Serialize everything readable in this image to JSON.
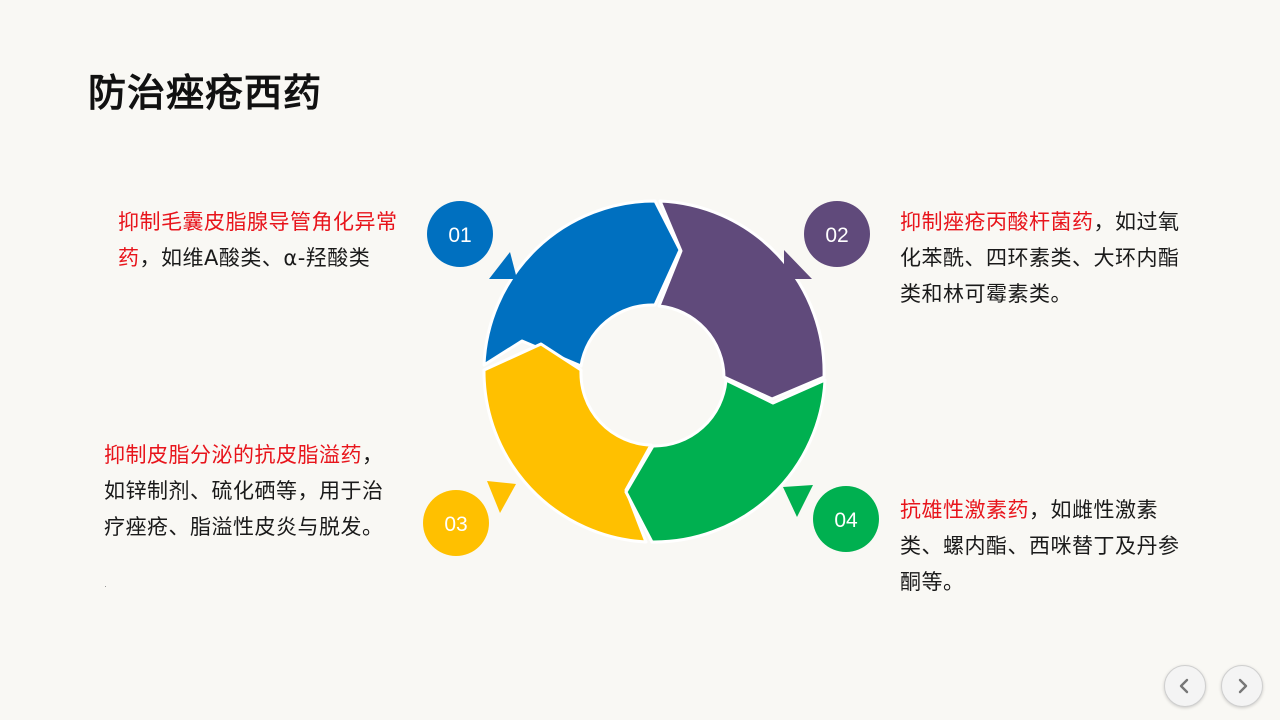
{
  "title": "防治痤疮西药",
  "items": [
    {
      "number": "01",
      "color": "#0070c0",
      "highlight": "抑制毛囊皮脂腺导管角化异常药",
      "text": "，如维A酸类、α-羟酸类"
    },
    {
      "number": "02",
      "color": "#604a7b",
      "highlight": "抑制痤疮丙酸杆菌药",
      "text": "，如过氧化苯酰、四环素类、大环内酯类和林可霉素类。"
    },
    {
      "number": "03",
      "color": "#ffc000",
      "highlight": "抑制皮脂分泌的抗皮脂溢药",
      "text": "，如锌制剂、硫化硒等，用于治疗痤疮、脂溢性皮炎与脱发。"
    },
    {
      "number": "04",
      "color": "#00b050",
      "highlight": "抗雄性激素药",
      "text": "，如雌性激素类、螺内酯、西咪替丁及丹参酮等。"
    }
  ],
  "colors": {
    "highlight_text": "#e8141b",
    "background": "#f9f8f4"
  },
  "nav": {
    "prev_icon": "chevron-left-icon",
    "next_icon": "chevron-right-icon"
  }
}
